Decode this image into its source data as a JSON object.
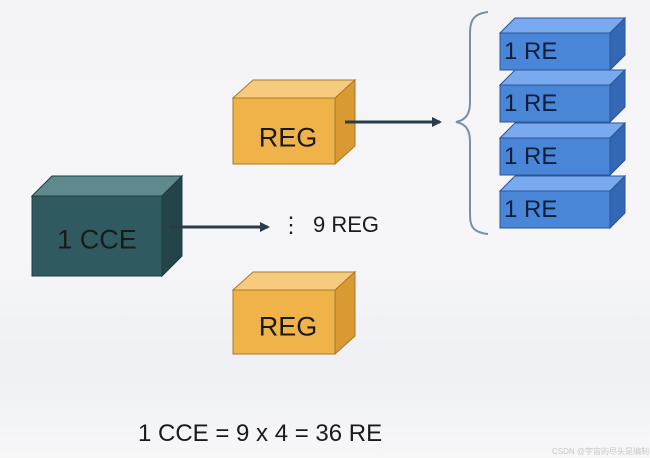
{
  "cce": {
    "label": "1 CCE",
    "color": "#2f5b60"
  },
  "regs": [
    {
      "label": "REG"
    },
    {
      "label": "REG"
    }
  ],
  "reg_color": "#f0b34a",
  "middle": {
    "ellipsis": "⋮",
    "count": "9 REG"
  },
  "res": [
    {
      "label": "1 RE"
    },
    {
      "label": "1 RE"
    },
    {
      "label": "1 RE"
    },
    {
      "label": "1 RE"
    }
  ],
  "re_color": "#4a86d8",
  "formula": "1 CCE = 9 x 4 = 36 RE",
  "watermark": "CSDN @宇宙的尽头是编制"
}
